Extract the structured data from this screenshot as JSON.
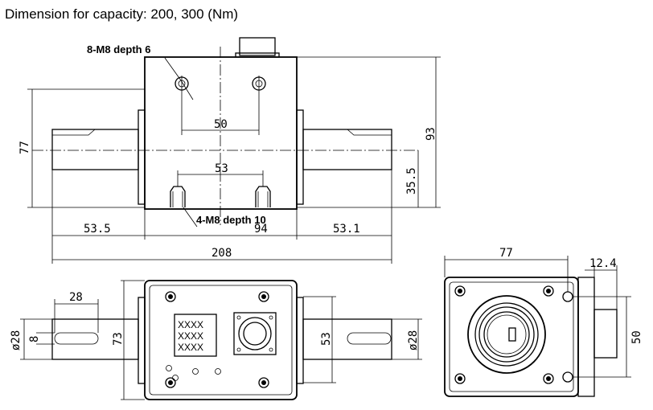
{
  "title": "Dimension for capacity: 200, 300 (Nm)",
  "annotations": {
    "holes_top": "8-M8 depth 6",
    "holes_bottom": "4-M8 depth 10",
    "panel_label_lines": [
      "XXXX",
      "XXXX",
      "XXXX"
    ]
  },
  "dimensions": {
    "front": {
      "hole_pitch_top": "50",
      "hole_pitch_bottom": "53",
      "body_height_left": "77",
      "total_height_right": "93",
      "center_height": "35.5",
      "left_shaft_length": "53.5",
      "body_length": "94",
      "right_shaft_length": "53.1",
      "overall_length": "208"
    },
    "top": {
      "keyway_length": "28",
      "keyway_width": "8",
      "shaft_diameter_left": "ø28",
      "body_width": "73",
      "hole_pitch": "53",
      "shaft_diameter_right": "ø28"
    },
    "side": {
      "body_width": "77",
      "connector_depth": "12.4",
      "hole_pitch": "50"
    }
  }
}
